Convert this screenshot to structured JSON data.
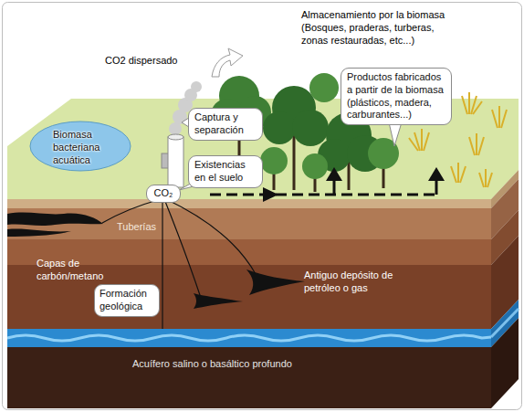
{
  "diagram": {
    "nodes": [
      {
        "text": [
          "Captura y separación"
        ]
      },
      {
        "text": [
          "Productos fabricados a partir de la biomasa (plásticos, madera, carburantes...)"
        ]
      },
      {
        "text": [
          "Existencias en el suelo"
        ]
      },
      {
        "text": [
          "CO₂"
        ]
      },
      {
        "text": [
          "Formación geológica"
        ]
      }
    ],
    "labels": [
      "CO2 dispersado",
      "Almacenamiento por la biomasa (Bosques, praderas, turberas, zonas restauradas, etc...)",
      "Biomasa bacteriana acuática",
      "Tuberías",
      "Capas de carbón/metano",
      "Antiguo depósito de petróleo o gas",
      "Acuífero salino o basáltico profundo"
    ]
  }
}
